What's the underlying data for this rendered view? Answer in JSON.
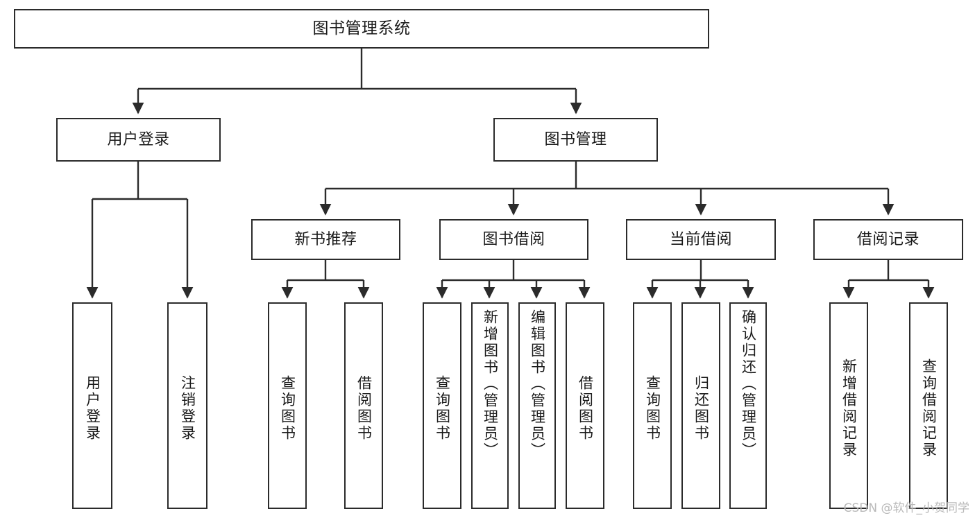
{
  "diagram": {
    "type": "tree",
    "title": "图书管理系统",
    "watermark": "CSDN @软件_小贺同学",
    "colors": {
      "stroke": "#2b2b2b",
      "fill": "#ffffff",
      "text": "#1a1a1a",
      "watermark": "#b9b9b9"
    },
    "nodes": {
      "root": {
        "label": "图书管理系统"
      },
      "l2": [
        {
          "label": "用户登录"
        },
        {
          "label": "图书管理"
        }
      ],
      "l3": [
        {
          "label": "新书推荐"
        },
        {
          "label": "图书借阅"
        },
        {
          "label": "当前借阅"
        },
        {
          "label": "借阅记录"
        }
      ],
      "leaves": {
        "user_login": [
          {
            "label": "用户登录"
          },
          {
            "label": "注销登录"
          }
        ],
        "new_book": [
          {
            "label": "查询图书"
          },
          {
            "label": "借阅图书"
          }
        ],
        "borrow": [
          {
            "label": "查询图书"
          },
          {
            "label": "新增图书（管理员）"
          },
          {
            "label": "编辑图书（管理员）"
          },
          {
            "label": "借阅图书"
          }
        ],
        "current": [
          {
            "label": "查询图书"
          },
          {
            "label": "归还图书"
          },
          {
            "label": "确认归还（管理员）"
          }
        ],
        "records": [
          {
            "label": "新增借阅记录"
          },
          {
            "label": "查询借阅记录"
          }
        ]
      }
    }
  }
}
